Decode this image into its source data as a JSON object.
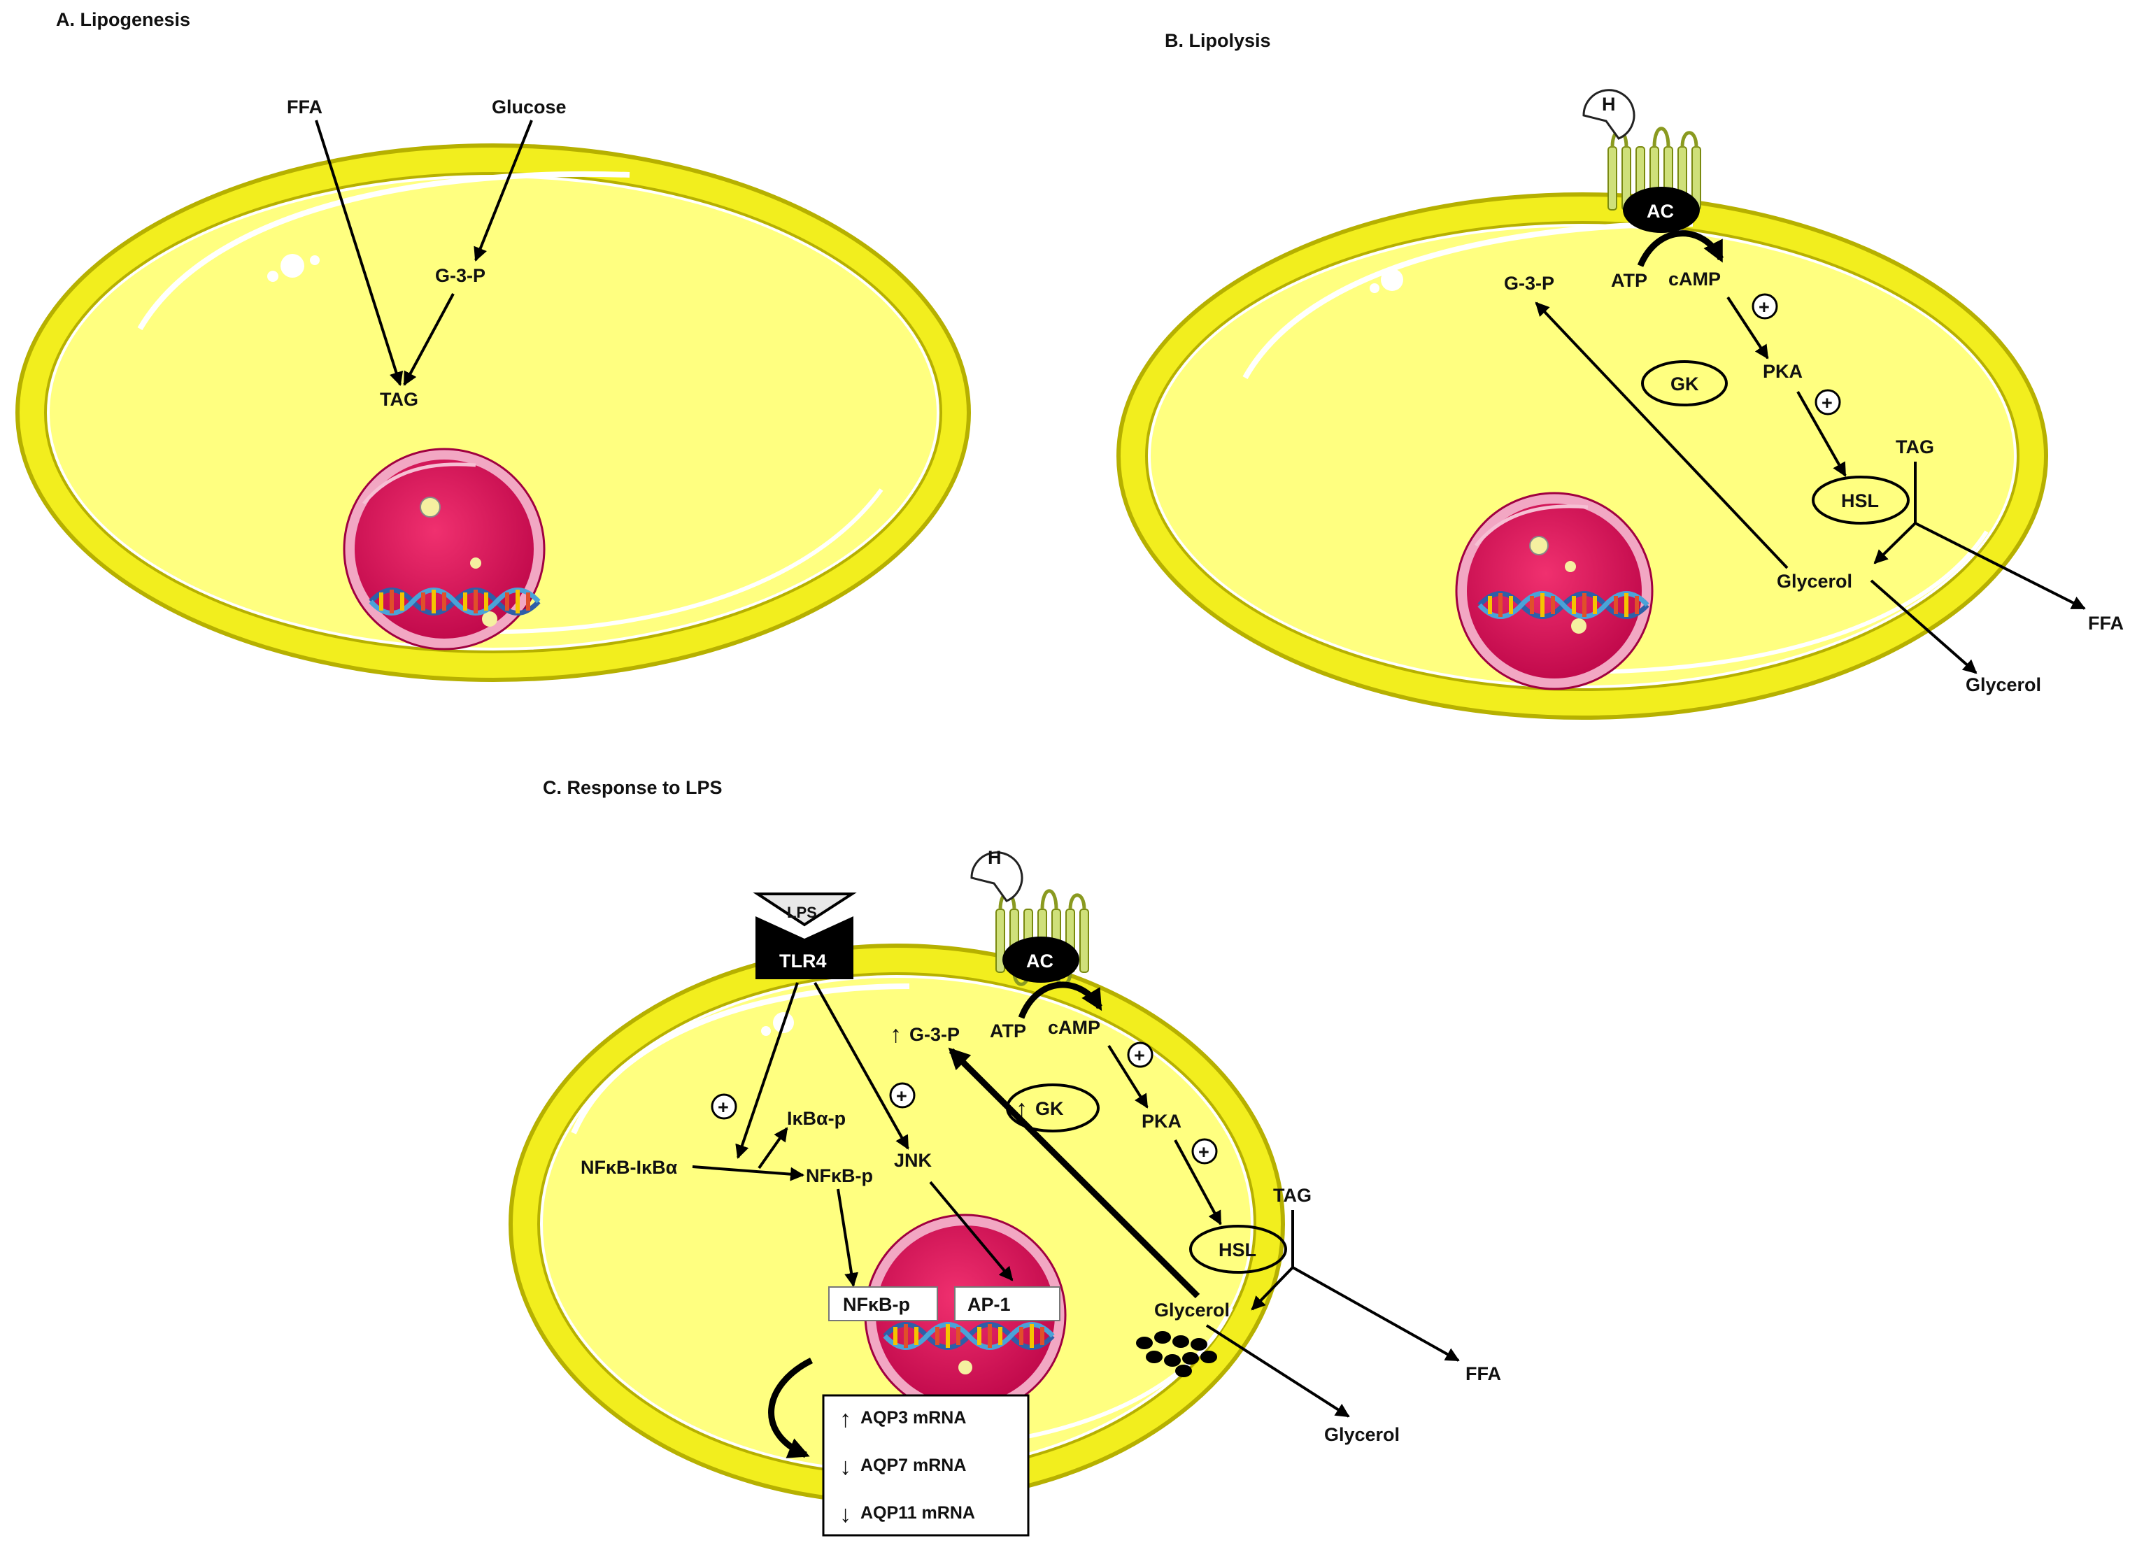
{
  "panels": {
    "a": {
      "title": "A. Lipogenesis",
      "labels": {
        "ffa": "FFA",
        "glucose": "Glucose",
        "g3p": "G-3-P",
        "tag": "TAG"
      }
    },
    "b": {
      "title": "B. Lipolysis",
      "receptor_ligand": "H",
      "labels": {
        "ac": "AC",
        "atp": "ATP",
        "camp": "cAMP",
        "plus": "+",
        "pka": "PKA",
        "g3p": "G-3-P",
        "gk": "GK",
        "hsl": "HSL",
        "tag": "TAG",
        "glycerol_in": "Glycerol",
        "ffa_out": "FFA",
        "glycerol_out": "Glycerol"
      }
    },
    "c": {
      "title": "C. Response to LPS",
      "receptor_ligand": "H",
      "labels": {
        "lps": "LPS",
        "tlr4": "TLR4",
        "ac": "AC",
        "atp": "ATP",
        "camp": "cAMP",
        "plus": "+",
        "pka": "PKA",
        "g3p": "G-3-P",
        "gk": "GK",
        "hsl": "HSL",
        "tag": "TAG",
        "glycerol_in": "Glycerol",
        "ffa_out": "FFA",
        "glycerol_out": "Glycerol",
        "nfkb_ikba": "NFκB-IκBα",
        "ikba_p": "IκBα-p",
        "nfkb_p": "NFκB-p",
        "jnk": "JNK",
        "nuc_nfkb_p": "NFκB-p",
        "nuc_ap1": "AP-1",
        "up_arrow": "↑",
        "down_arrow": "↓"
      },
      "mrna": [
        {
          "direction": "up",
          "label": "AQP3 mRNA"
        },
        {
          "direction": "down",
          "label": "AQP7 mRNA"
        },
        {
          "direction": "down",
          "label": "AQP11 mRNA"
        }
      ]
    }
  },
  "colors": {
    "cytoplasm": "#ffff80",
    "membrane_head": "#f2ee1e",
    "membrane_outline": "#b6b000",
    "nucleus": "#d8135a",
    "nucleus_envelope": "#f2a7c3",
    "receptor": "#cfe07a",
    "dna_strand": "#3a6fb0"
  }
}
